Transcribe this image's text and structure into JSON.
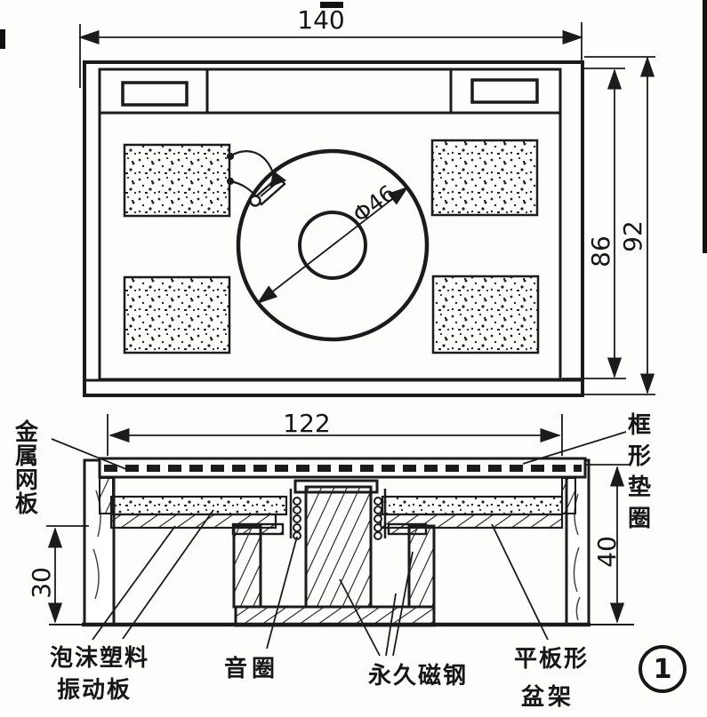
{
  "figure": {
    "number": "1"
  },
  "top_view": {
    "dim_width": "140",
    "dim_inner_height": "86",
    "dim_outer_height": "92",
    "dim_center_hole": "Φ46"
  },
  "section_view": {
    "dim_width": "122",
    "dim_right_height": "40",
    "dim_left_height": "30"
  },
  "labels": {
    "mesh_plate": "金属网板",
    "frame_gasket": "框形垫圈",
    "foam_diaphragm_line1": "泡沫塑料",
    "foam_diaphragm_line2": "振动板",
    "voice_coil": "音圈",
    "permanent_magnet": "永久磁钢",
    "flat_basket_line1": "平板形",
    "flat_basket_line2": "盆架"
  }
}
